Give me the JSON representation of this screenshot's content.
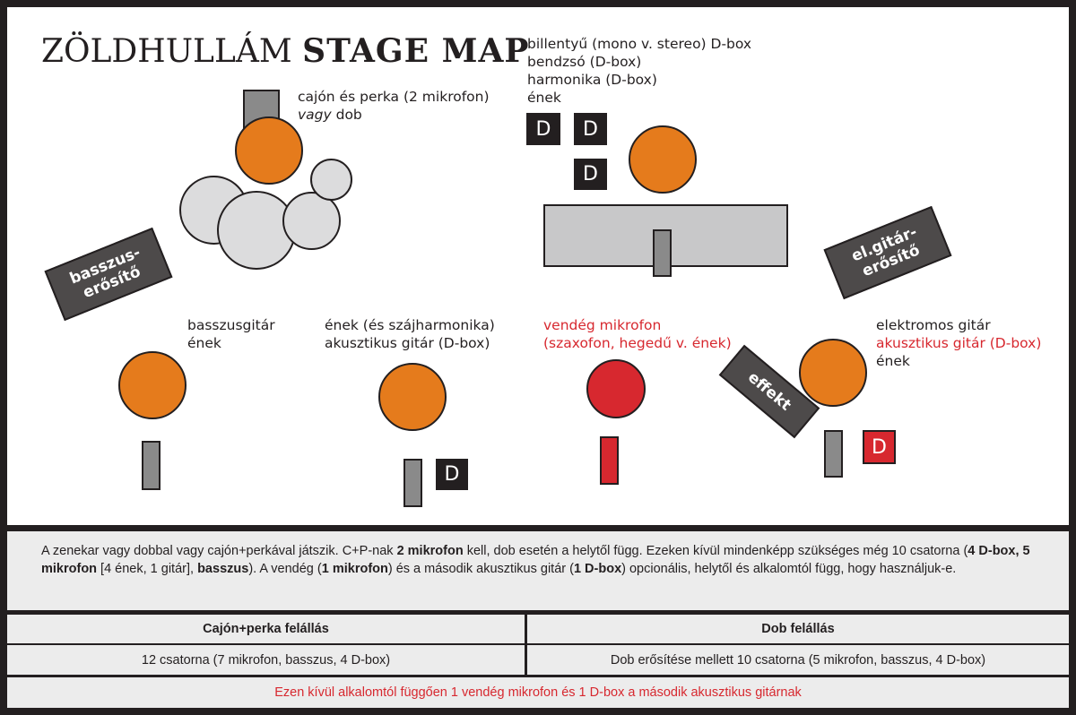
{
  "title": {
    "light": "ZÖLDHULLÁM",
    "bold": "STAGE MAP"
  },
  "labels": {
    "drums": {
      "line1": "cajón és perka (2 mikrofon)",
      "line2_italic": "vagy",
      "line2_rest": " dob"
    },
    "keys": "billentyű (mono v. stereo) D-box\nbendzsó (D-box)\nharmonika (D-box)\nének",
    "bass": "basszusgitár\nének",
    "vocal": "ének (és szájharmonika)\nakusztikus gitár (D-box)",
    "guest": "vendég mikrofon\n(szaxofon, hegedű v. ének)",
    "guitar_line1": "elektromos gitár",
    "guitar_line2": "akusztikus gitár (D-box)",
    "guitar_line3": "ének"
  },
  "dbox_label": "D",
  "amps": {
    "bass": "basszus-\nerősítő",
    "guitar": "el.gitár-\nerősítő",
    "effect": "effekt"
  },
  "notes": {
    "p1": "A zenekar vagy dobbal vagy cajón+perkával játszik. C+P-nak ",
    "b1": "2 mikrofon",
    "p2": " kell, dob esetén a helytől függ. Ezeken kívül mindenképp szükséges még 10 csatorna (",
    "b2": "4 D-box, 5 mikrofon",
    "p3": " [4 ének, 1 gitár], ",
    "b3": "basszus",
    "p4": "). A vendég (",
    "b4": "1 mikrofon",
    "p5": ") és a második akusztikus gitár (",
    "b5": "1 D-box",
    "p6": ") opcionális, helytől és alkalomtól függ, hogy használjuk-e."
  },
  "table": {
    "headers": [
      "Cajón+perka felállás",
      "Dob felállás"
    ],
    "row": [
      "12 csatorna (7 mikrofon, basszus, 4 D-box)",
      "Dob erősítése mellett 10 csatorna (5 mikrofon, basszus, 4 D-box)"
    ],
    "footer": "Ezen kívül alkalomtól függően 1 vendég mikrofon és 1 D-box a második akusztikus gitárnak"
  },
  "colors": {
    "orange": "#e57b1c",
    "red": "#d7282f",
    "dark": "#231f20",
    "gray": "#8a8a8a"
  }
}
